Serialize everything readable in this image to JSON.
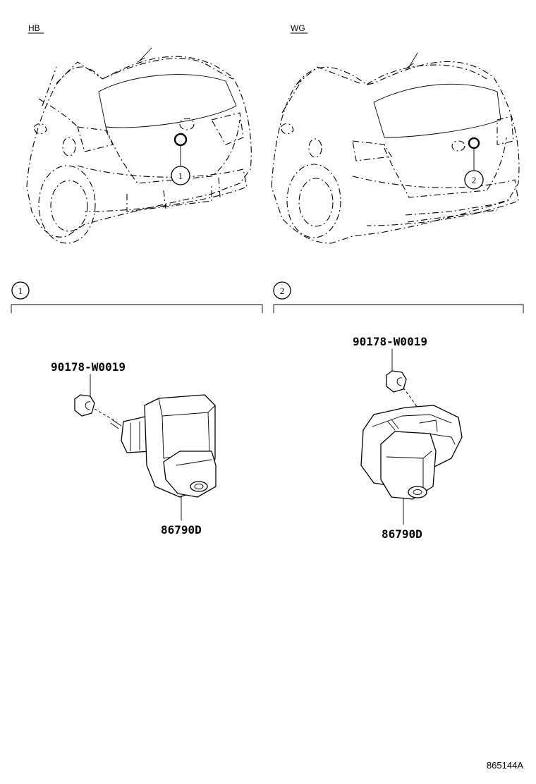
{
  "views": {
    "hb": {
      "label": "HB",
      "callout": "1"
    },
    "wg": {
      "label": "WG",
      "callout": "2"
    }
  },
  "sections": {
    "one": {
      "number": "1",
      "clip_part": "90178-W0019",
      "camera_part": "86790D"
    },
    "two": {
      "number": "2",
      "clip_part": "90178-W0019",
      "camera_part": "86790D"
    }
  },
  "illustration_code": "865144A"
}
